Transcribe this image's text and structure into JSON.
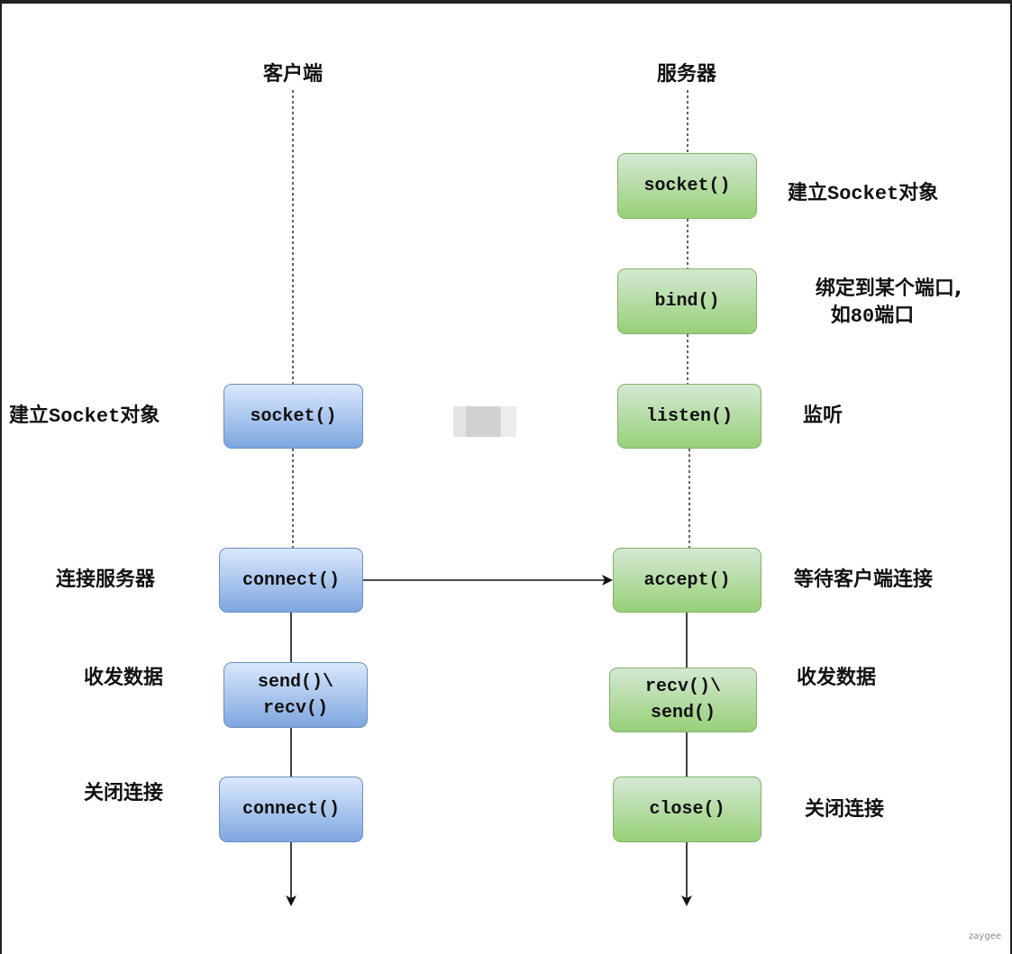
{
  "headings": {
    "client": "客户端",
    "server": "服务器"
  },
  "client_nodes": {
    "socket": "socket()",
    "connect": "connect()",
    "send_recv": "send()\\\nrecv()",
    "close": "connect()"
  },
  "server_nodes": {
    "socket": "socket()",
    "bind": "bind()",
    "listen": "listen()",
    "accept": "accept()",
    "recv_send": "recv()\\\nsend()",
    "close": "close()"
  },
  "client_notes": {
    "socket_pre": "建立",
    "socket_word": "Socket",
    "socket_post": "对象",
    "connect": "连接服务器",
    "data": "收发数据",
    "close": "关闭连接"
  },
  "server_notes": {
    "socket_pre": "建立",
    "socket_word": "Socket",
    "socket_post": "对象",
    "bind_line1": "绑定到某个端口,",
    "bind_line2_pre": "如",
    "bind_line2_num": "80",
    "bind_line2_post": "端口",
    "listen": "监听",
    "accept": "等待客户端连接",
    "data": "收发数据",
    "close": "关闭连接"
  },
  "watermark": "zaygee",
  "colors": {
    "client_fill_top": "#dae8fc",
    "client_fill_bottom": "#7ea6e0",
    "client_stroke": "#6c8ebf",
    "server_fill_top": "#d5e8d4",
    "server_fill_bottom": "#97d077",
    "server_stroke": "#82b366"
  }
}
